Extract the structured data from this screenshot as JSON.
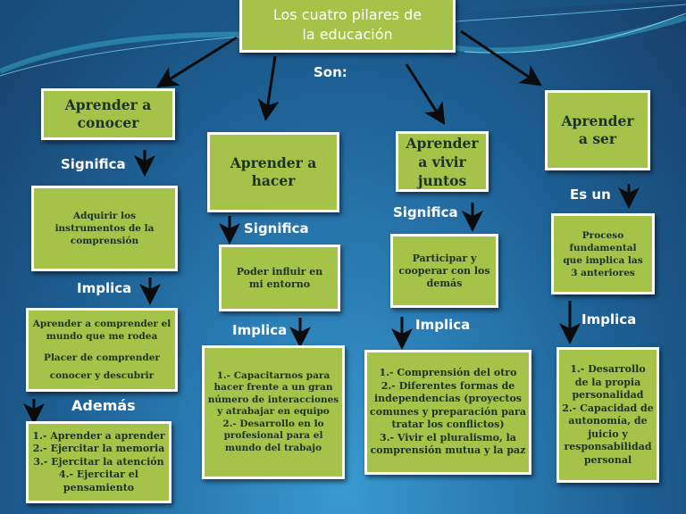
{
  "title": {
    "line1": "Los cuatro pilares de",
    "line2": "la educación"
  },
  "son_label": "Son:",
  "pillars": [
    {
      "name_line1": "Aprender a",
      "name_line2": "conocer",
      "relation1": "Significa",
      "meaning": [
        "Adquirir los",
        "instrumentos de la",
        "comprensión"
      ],
      "relation2": "Implica",
      "implies": [
        "Aprender a comprender el",
        "mundo que me rodea",
        "",
        "Placer de comprender",
        "conocer y descubrir"
      ],
      "relation3": "Además",
      "extra": [
        "1.- Aprender a aprender",
        "2.- Ejercitar la memoria",
        "3.- Ejercitar la atención",
        "4.- Ejercitar el",
        "pensamiento"
      ]
    },
    {
      "name_line1": "Aprender a",
      "name_line2": "hacer",
      "relation1": "Significa",
      "meaning": [
        "Poder  influir en",
        "mi entorno"
      ],
      "relation2": "Implica",
      "implies": [
        "1.- Capacitarnos para",
        "hacer frente a un gran",
        "número de interacciones",
        "y atrabajar en equipo",
        "2.- Desarrollo en lo",
        "profesional para el",
        "mundo del trabajo"
      ]
    },
    {
      "name_line1": "Aprender",
      "name_line2": "a vivir",
      "name_line3": "juntos",
      "relation1": "Significa",
      "meaning": [
        "Participar y",
        "cooperar con los",
        "demás"
      ],
      "relation2": "Implica",
      "implies": [
        "1.- Comprensión del otro",
        "2.- Diferentes formas de",
        "independencias (proyectos",
        "comunes y preparación para",
        "tratar  los conflictos)",
        "3.- Vivir el pluralismo, la",
        "comprensión mutua y la paz"
      ]
    },
    {
      "name_line1": "Aprender",
      "name_line2": "a ser",
      "relation1": "Es un",
      "meaning": [
        "Proceso",
        "fundamental",
        "que implica las",
        "3 anteriores"
      ],
      "relation2": "Implica",
      "implies": [
        "1.- Desarrollo",
        "de la propia",
        "personalidad",
        "2.- Capacidad de",
        "autonomía, de",
        "juicio y",
        "responsabilidad",
        "personal"
      ]
    }
  ],
  "colors": {
    "box_fill": "#a5c249",
    "box_border": "#ffffff",
    "box_text": "#1b3327",
    "background": "#1d5f93",
    "label_text": "#ffffff"
  }
}
